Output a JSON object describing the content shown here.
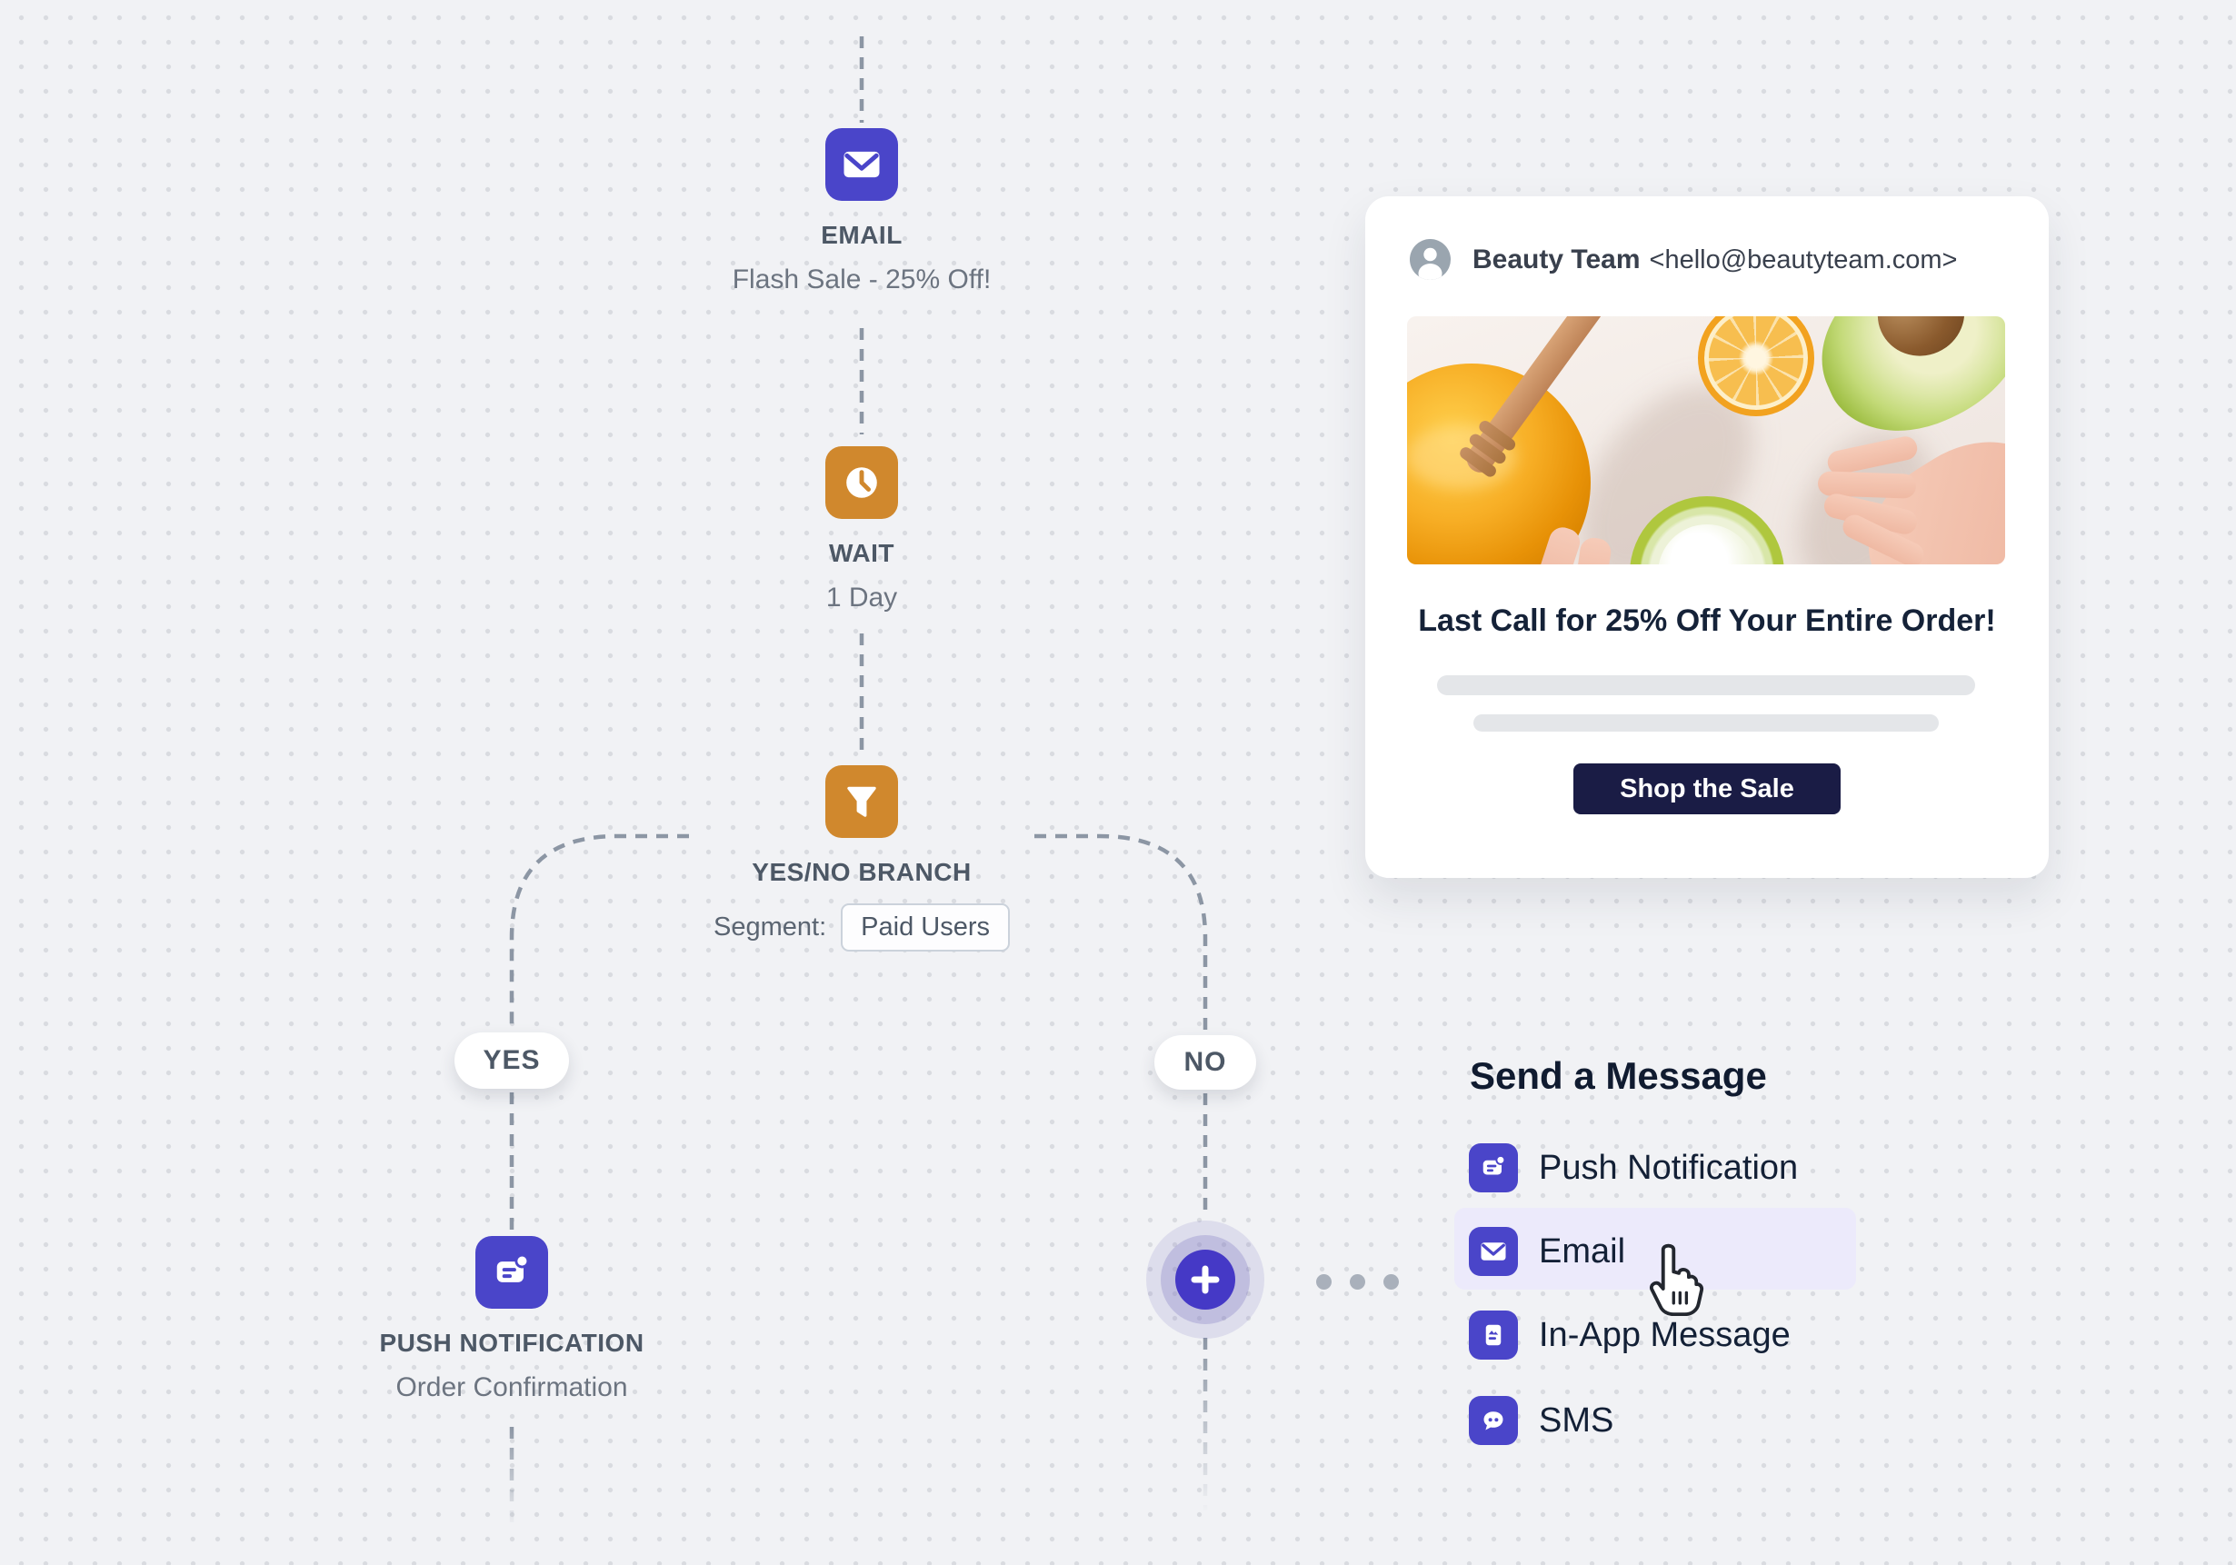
{
  "canvas": {
    "background_color": "#F1F2F5",
    "dot_color": "#D9DBE0",
    "connector_color": "#8C96A4"
  },
  "flow": {
    "email_node": {
      "label": "EMAIL",
      "sublabel": "Flash Sale - 25% Off!",
      "icon": "mail-icon",
      "color": "#4A45C9"
    },
    "wait_node": {
      "label": "WAIT",
      "sublabel": "1 Day",
      "icon": "clock-icon",
      "color": "#D0882D"
    },
    "branch_node": {
      "label": "YES/NO BRANCH",
      "segment_label": "Segment:",
      "segment_value": "Paid Users",
      "icon": "funnel-icon",
      "color": "#D0882D"
    },
    "push_node": {
      "label": "PUSH NOTIFICATION",
      "sublabel": "Order Confirmation",
      "icon": "push-notification-icon",
      "color": "#4A45C9"
    },
    "yes_label": "YES",
    "no_label": "NO",
    "add_button": {
      "icon": "plus-icon",
      "color": "#4539C6"
    }
  },
  "email_preview": {
    "sender_name": "Beauty Team",
    "sender_email": "<hello@beautyteam.com>",
    "headline": "Last Call for 25% Off Your Entire Order!",
    "cta_label": "Shop the Sale",
    "cta_color": "#1A1C45"
  },
  "menu": {
    "title": "Send a Message",
    "accent_color": "#4A45C9",
    "highlight_color": "#ECEAFB",
    "items": [
      {
        "label": "Push Notification",
        "icon": "push-notification-icon",
        "highlighted": false
      },
      {
        "label": "Email",
        "icon": "mail-icon",
        "highlighted": true
      },
      {
        "label": "In-App Message",
        "icon": "in-app-message-icon",
        "highlighted": false
      },
      {
        "label": "SMS",
        "icon": "sms-icon",
        "highlighted": false
      }
    ]
  },
  "cursor": {
    "icon": "hand-pointer-cursor"
  }
}
